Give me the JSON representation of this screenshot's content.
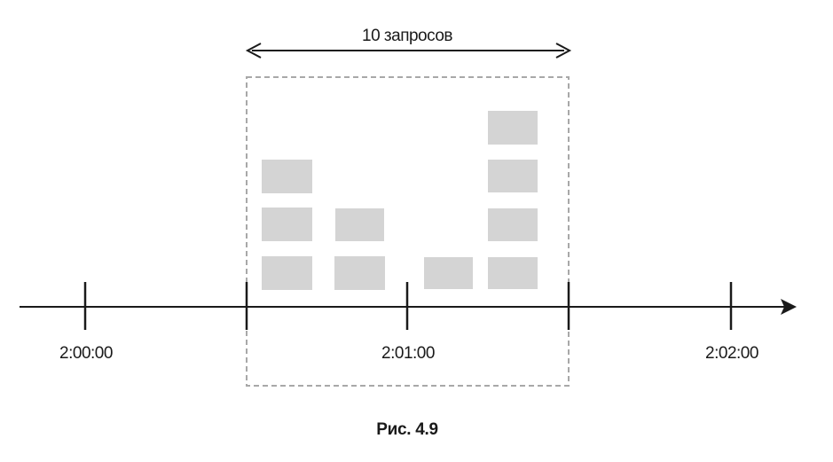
{
  "window_label": "10 запросов",
  "time_labels": [
    "2:00:00",
    "2:01:00",
    "2:02:00"
  ],
  "caption": "Рис. 4.9",
  "colors": {
    "line": "#1a1a1a",
    "request_block": "#d4d4d4",
    "window_border": "#a8a8a8"
  }
}
